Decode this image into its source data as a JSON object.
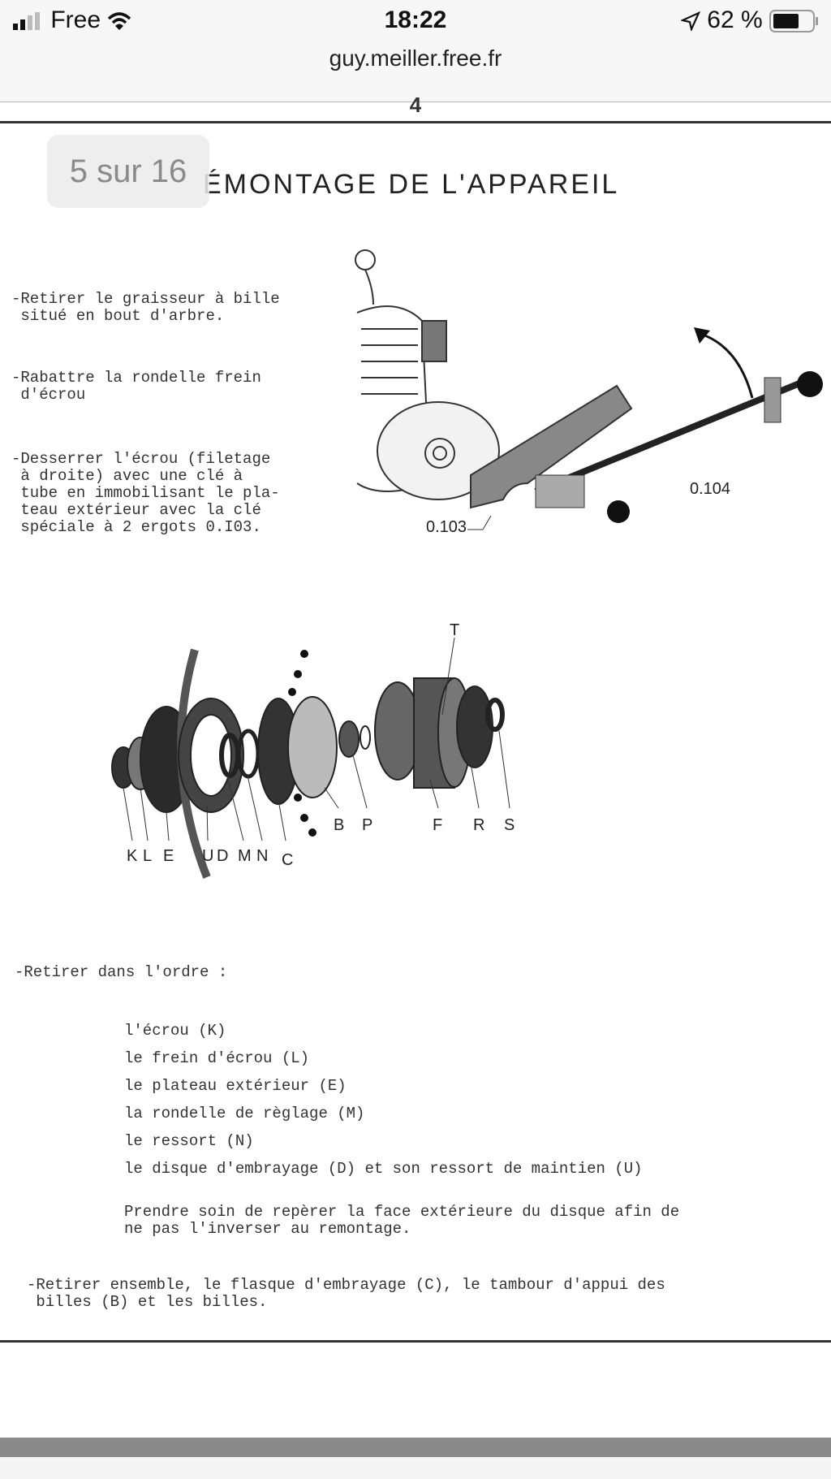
{
  "status_bar": {
    "carrier": "Free",
    "time": "18:22",
    "battery": "62 %",
    "icons": [
      "signal-icon",
      "wifi-icon",
      "location-icon",
      "battery-icon"
    ]
  },
  "browser": {
    "url": "guy.meiller.free.fr"
  },
  "viewer": {
    "page_indicator": "5 sur 16"
  },
  "document": {
    "page_number": "4",
    "title": "ÉMONTAGE  DE L'APPAREIL",
    "steps_top": [
      "-Retirer le graisseur à bille\n situé en bout d'arbre.",
      "-Rabattre la rondelle frein\n d'écrou",
      "-Desserrer l'écrou (filetage\n à droite) avec une clé à\n tube en immobilisant le pla-\n teau extérieur avec la clé\n spéciale à 2 ergots 0.I03."
    ],
    "figure1_labels": {
      "tool_a": "0.103",
      "tool_b": "0.104"
    },
    "figure2_labels": {
      "K": "K",
      "L": "L",
      "E": "E",
      "U": "U",
      "D": "D",
      "M": "M",
      "N": "N",
      "C": "C",
      "B": "B",
      "P": "P",
      "F": "F",
      "R": "R",
      "S": "S",
      "T": "T"
    },
    "remove_intro": "-Retirer dans l'ordre :",
    "remove_list": [
      "l'écrou (K)",
      "le frein d'écrou (L)",
      "le plateau extérieur (E)",
      "la rondelle de règlage (M)",
      "le ressort (N)",
      "le disque d'embrayage (D) et son ressort de maintien (U)"
    ],
    "note": "Prendre soin de repèrer la face extérieure du disque afin de\nne pas l'inverser au remontage.",
    "final_step": "-Retirer ensemble, le flasque d'embrayage (C), le tambour d'appui des\n billes (B) et les billes."
  }
}
